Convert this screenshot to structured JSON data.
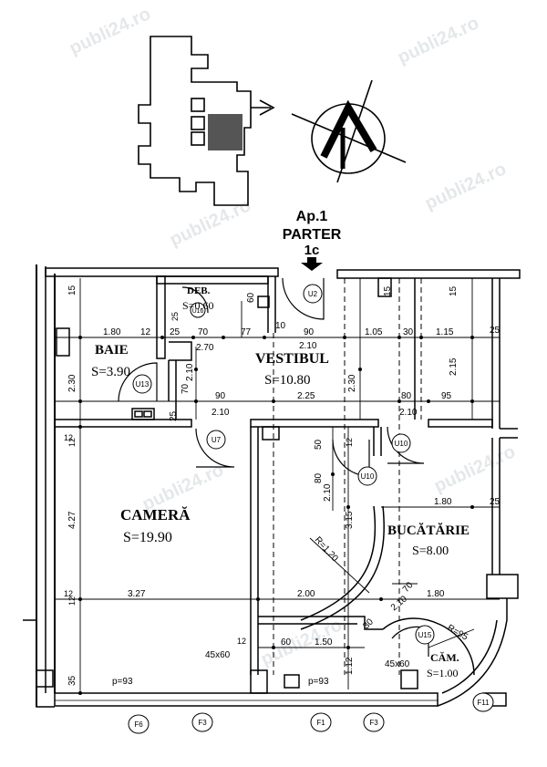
{
  "header": {
    "apartment": "Ap.1",
    "floor": "PARTER",
    "entrance": "1c"
  },
  "rooms": {
    "baie": {
      "name": "BAIE",
      "area": "S=3.90"
    },
    "deb": {
      "name": "DEB.",
      "area": "S=0.60"
    },
    "vestibul": {
      "name": "VESTIBUL",
      "area": "S=10.80"
    },
    "camera": {
      "name": "CAMERĂ",
      "area": "S=19.90"
    },
    "bucatarie": {
      "name": "BUCĂTĂRIE",
      "area": "S=8.00"
    },
    "camara": {
      "name": "CĂM.",
      "area": "S=1.00"
    }
  },
  "doors": [
    "U2",
    "U13",
    "U7",
    "U10",
    "U10",
    "U15",
    "U16"
  ],
  "windows": [
    "F6",
    "F3",
    "F1",
    "F3",
    "F11"
  ],
  "dimensions": {
    "h_row1": [
      "1.80",
      "12",
      "25",
      "70",
      "77",
      "10",
      "90",
      "1.05",
      "30",
      "1.15",
      "25"
    ],
    "h_row2": [
      "2.70",
      "2.10"
    ],
    "h_row3": [
      "90",
      "2.25",
      "80",
      "95"
    ],
    "h_row4": [
      "2.10",
      "2.10"
    ],
    "h_row5": [
      "1.80",
      "25"
    ],
    "h_row6": [
      "3.27",
      "2.00",
      "1.80"
    ],
    "h_row7": [
      "60",
      "1.50"
    ],
    "h_misc": [
      "12",
      "12",
      "12",
      "p=93",
      "p=93",
      "45x60",
      "45x60"
    ],
    "v_values": [
      "15",
      "60",
      "70",
      "2.30",
      "2.10",
      "25",
      "12",
      "4.27",
      "12",
      "35",
      "2.30",
      "50",
      "80",
      "2.10",
      "3.15",
      "1.12",
      "12",
      "15",
      "15",
      "2.15",
      "25",
      "70",
      "2.10",
      "30",
      "25"
    ],
    "radius1": "R=1.20",
    "radius2": "R=95"
  },
  "watermark": "publi24.ro"
}
